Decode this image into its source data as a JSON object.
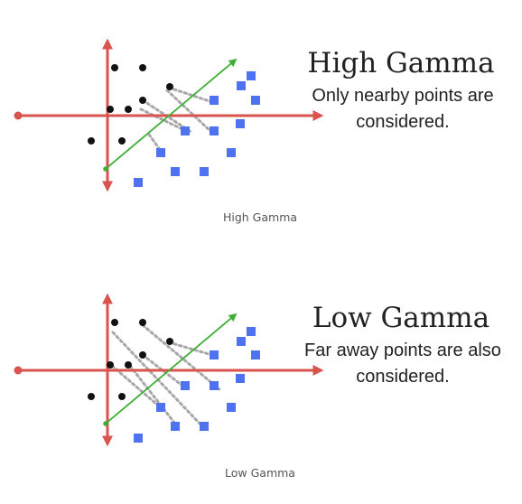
{
  "colors": {
    "axis": "#d9534f",
    "boundary": "#3fae35",
    "influence": "#a8a8a8",
    "class_a": "#111111",
    "class_b": "#4f73f0"
  },
  "panels": [
    {
      "id": "high",
      "title": "High Gamma",
      "description_lines": [
        "Only nearby points are",
        "considered."
      ],
      "caption": "High Gamma",
      "class_a_points": [
        [
          127,
          75
        ],
        [
          158,
          75
        ],
        [
          122,
          121
        ],
        [
          142,
          121
        ],
        [
          158,
          111
        ],
        [
          188,
          96
        ],
        [
          101,
          156
        ],
        [
          135,
          156
        ]
      ],
      "class_b_points": [
        [
          278,
          84
        ],
        [
          267,
          95
        ],
        [
          283,
          111
        ],
        [
          237,
          111
        ],
        [
          266,
          137
        ],
        [
          237,
          145
        ],
        [
          205,
          145
        ],
        [
          178,
          169
        ],
        [
          256,
          169
        ],
        [
          194,
          190
        ],
        [
          226,
          190
        ],
        [
          153,
          202
        ]
      ],
      "influence_lines": [
        [
          [
            156,
            121
          ],
          [
            208,
            146
          ]
        ],
        [
          [
            187,
            97
          ],
          [
            238,
            114
          ]
        ],
        [
          [
            158,
            111
          ],
          [
            213,
            147
          ]
        ],
        [
          [
            185,
            100
          ],
          [
            235,
            147
          ]
        ],
        [
          [
            165,
            149
          ],
          [
            178,
            167
          ]
        ]
      ]
    },
    {
      "id": "low",
      "title": "Low Gamma",
      "description_lines": [
        "Far away points are also",
        "considered."
      ],
      "caption": "Low Gamma",
      "class_a_points": [
        [
          127,
          357
        ],
        [
          158,
          357
        ],
        [
          122,
          404
        ],
        [
          142,
          404
        ],
        [
          158,
          393
        ],
        [
          188,
          378
        ],
        [
          101,
          439
        ],
        [
          135,
          439
        ]
      ],
      "class_b_points": [
        [
          278,
          367
        ],
        [
          267,
          378
        ],
        [
          283,
          393
        ],
        [
          237,
          393
        ],
        [
          266,
          419
        ],
        [
          237,
          427
        ],
        [
          205,
          427
        ],
        [
          178,
          451
        ],
        [
          256,
          451
        ],
        [
          194,
          472
        ],
        [
          226,
          472
        ],
        [
          153,
          485
        ]
      ],
      "influence_lines": [
        [
          [
            125,
            368
          ],
          [
            226,
            474
          ]
        ],
        [
          [
            158,
            360
          ],
          [
            243,
            431
          ]
        ],
        [
          [
            124,
            405
          ],
          [
            181,
            454
          ]
        ],
        [
          [
            144,
            405
          ],
          [
            197,
            473
          ]
        ],
        [
          [
            158,
            393
          ],
          [
            206,
            430
          ]
        ],
        [
          [
            187,
            379
          ],
          [
            238,
            394
          ]
        ]
      ]
    }
  ]
}
